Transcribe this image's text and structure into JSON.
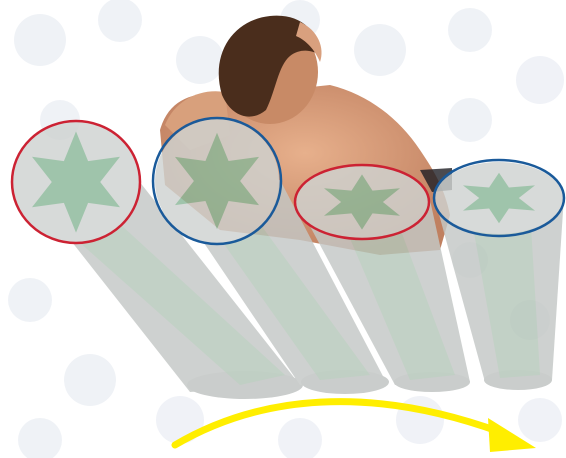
{
  "scene": {
    "subject": "figure-lying-on-prism-tubes",
    "background_pattern": "faint-white-stars",
    "colors": {
      "background": "#ffffff",
      "pattern": "#eef1f6",
      "tube_fill": "#c4c8c6",
      "star_fill": "#7fb38f",
      "skin": "#d79c78",
      "hair": "#4a2d1c",
      "red_outline": "#cc2233",
      "blue_outline": "#1a5a9a",
      "arrow": "#ffee00"
    },
    "tubes": [
      {
        "name": "tube-1",
        "outline": "red"
      },
      {
        "name": "tube-2",
        "outline": "blue"
      },
      {
        "name": "tube-3",
        "outline": "red"
      },
      {
        "name": "tube-4",
        "outline": "blue"
      }
    ],
    "arrow": {
      "direction": "left-to-right",
      "icon": "curved-arrow-icon"
    }
  }
}
